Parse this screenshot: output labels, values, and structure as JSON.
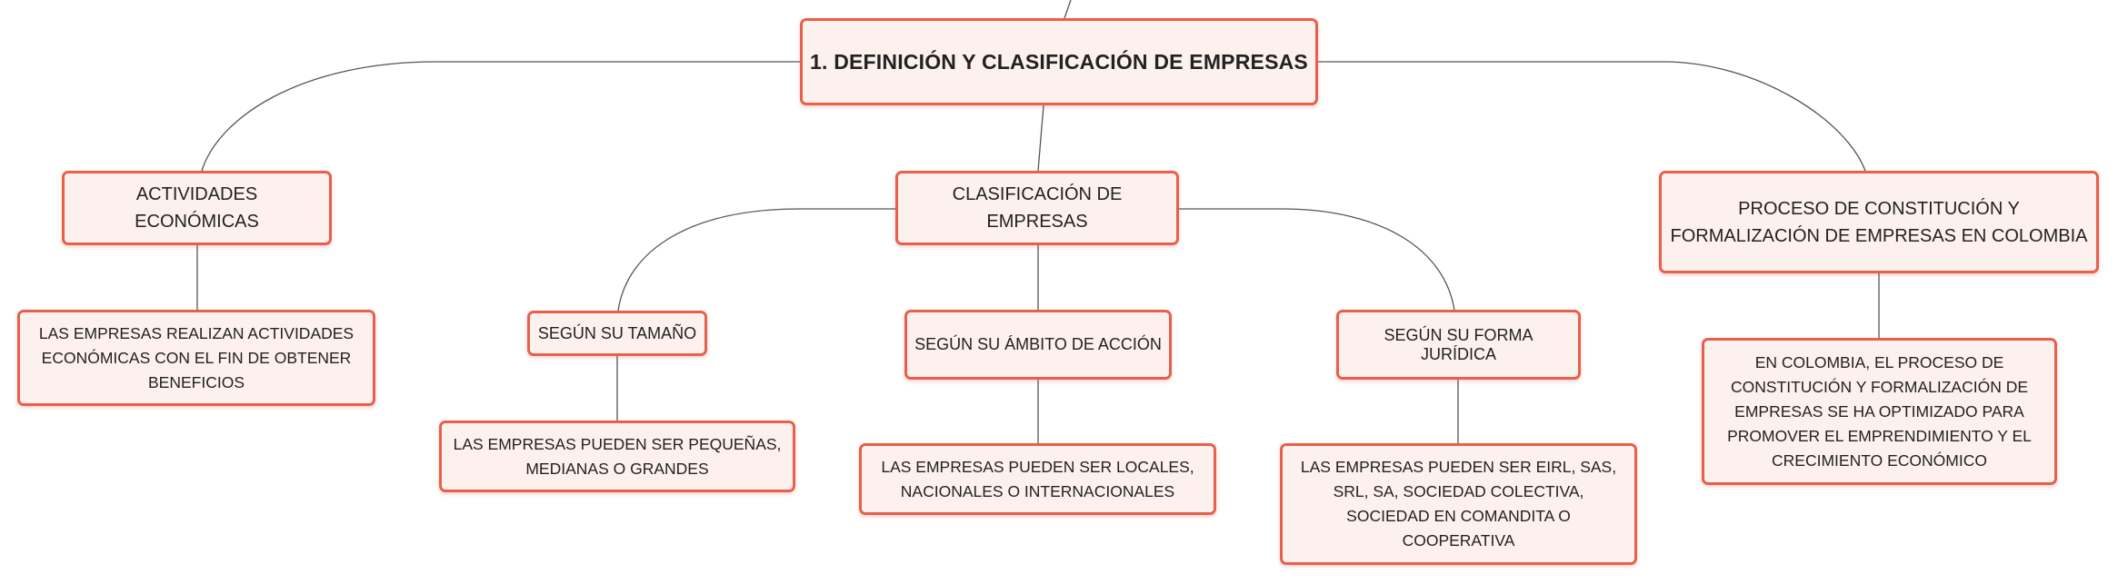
{
  "colors": {
    "border": "#e8604c",
    "fill": "#fdf1ee",
    "line": "#555555",
    "text": "#222222"
  },
  "root": {
    "label": "1. DEFINICIÓN Y CLASIFICACIÓN DE EMPRESAS"
  },
  "activities": {
    "label": "ACTIVIDADES ECONÓMICAS",
    "detail": "LAS EMPRESAS REALIZAN ACTIVIDADES ECONÓMICAS CON EL FIN DE OBTENER BENEFICIOS"
  },
  "classification": {
    "label": "CLASIFICACIÓN DE EMPRESAS",
    "size": {
      "label": "SEGÚN SU TAMAÑO",
      "detail": "LAS EMPRESAS PUEDEN SER PEQUEÑAS, MEDIANAS O GRANDES"
    },
    "scope": {
      "label": "SEGÚN SU ÁMBITO DE ACCIÓN",
      "detail": "LAS EMPRESAS PUEDEN SER LOCALES, NACIONALES O INTERNACIONALES"
    },
    "legal": {
      "label": "SEGÚN SU FORMA JURÍDICA",
      "detail": "LAS EMPRESAS PUEDEN SER EIRL, SAS, SRL, SA, SOCIEDAD COLECTIVA, SOCIEDAD EN COMANDITA O COOPERATIVA"
    }
  },
  "process": {
    "label": "PROCESO DE CONSTITUCIÓN Y FORMALIZACIÓN DE EMPRESAS EN COLOMBIA",
    "detail": "EN COLOMBIA, EL PROCESO DE CONSTITUCIÓN Y FORMALIZACIÓN DE EMPRESAS SE HA OPTIMIZADO PARA PROMOVER EL EMPRENDIMIENTO Y EL CRECIMIENTO ECONÓMICO"
  }
}
